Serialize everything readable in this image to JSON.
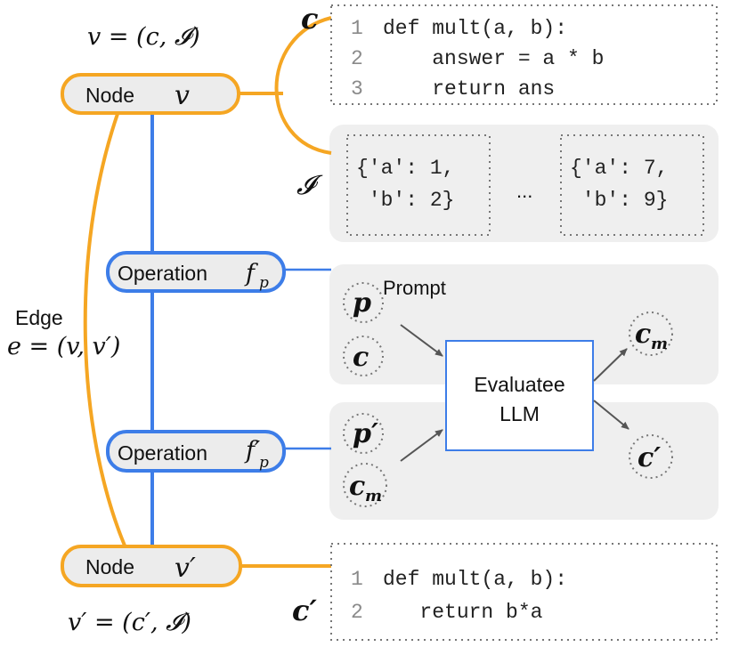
{
  "v_definition": "v = (c, 𝓘)",
  "v_prime_definition": "v′ = (c′, 𝓘)",
  "node_v": {
    "label": "Node",
    "symbol": "v"
  },
  "node_v_prime": {
    "label": "Node",
    "symbol": "v′"
  },
  "edge": {
    "label": "Edge",
    "definition": "e = (v, v′)"
  },
  "operation_1": {
    "label": "Operation",
    "symbol": "f",
    "subscript": "p"
  },
  "operation_2": {
    "label": "Operation",
    "symbol": "f′",
    "subscript": "p"
  },
  "code_label": "c",
  "code_prime_label": "c′",
  "inputs_label": "𝓘",
  "code_top": {
    "lines": [
      {
        "num": "1",
        "text": "def mult(a, b):"
      },
      {
        "num": "2",
        "text": "    answer = a * b"
      },
      {
        "num": "3",
        "text": "    return ans"
      }
    ]
  },
  "code_bottom": {
    "lines": [
      {
        "num": "1",
        "text": "def mult(a, b):"
      },
      {
        "num": "2",
        "text": "   return b*a"
      }
    ]
  },
  "inputs": {
    "first": [
      "{'a': 1,",
      " 'b': 2}"
    ],
    "ellipsis": "...",
    "last": [
      "{'a': 7,",
      " 'b': 9}"
    ]
  },
  "prompt_label": "Prompt",
  "evaluatee": {
    "line1": "Evaluatee",
    "line2": "LLM"
  },
  "symbols": {
    "p": "p",
    "c": "c",
    "c_m": "c",
    "m": "m",
    "p_prime": "p′",
    "c_prime_out": "c′"
  },
  "colors": {
    "orange": "#f5a623",
    "blue": "#3d7de8",
    "node_fill": "#ececec",
    "panel": "#efefef",
    "arrow": "#555555",
    "dotted": "#777777"
  }
}
